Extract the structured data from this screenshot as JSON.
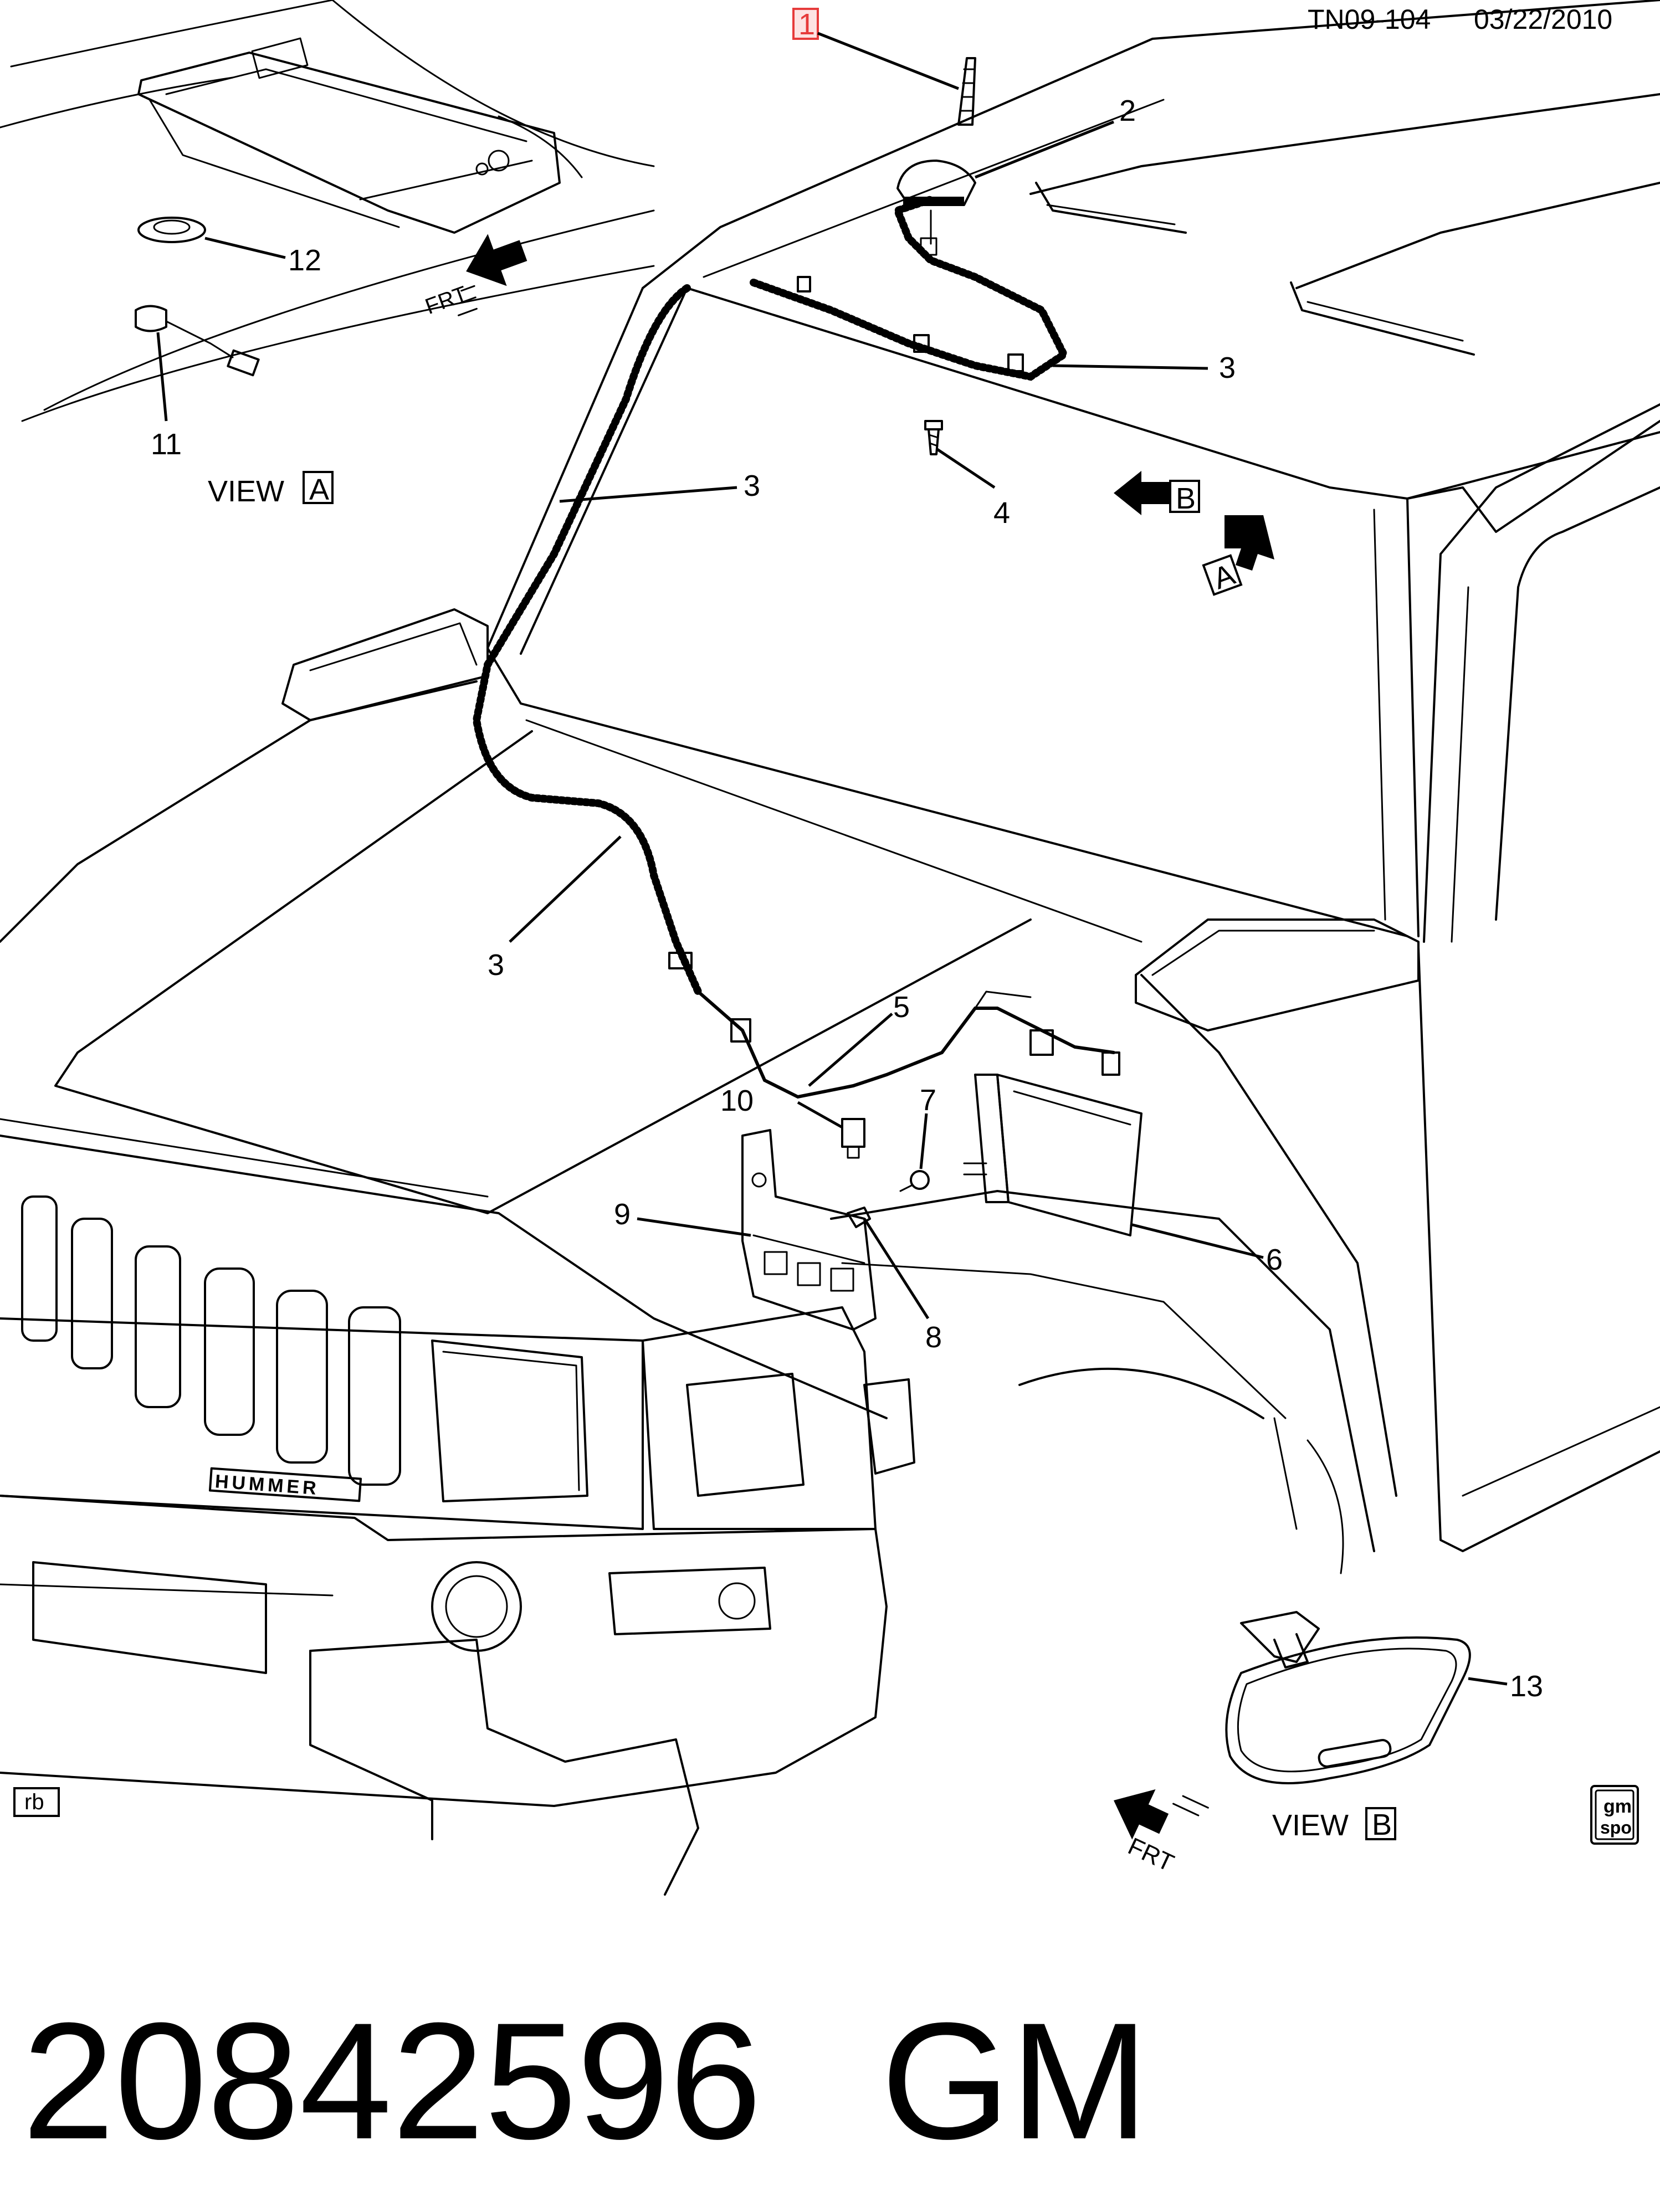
{
  "header": {
    "doc_code": "TN09-104",
    "date": "03/22/2010",
    "highlight_callout": "1"
  },
  "callouts": {
    "c1": "1",
    "c2": "2",
    "c3a": "3",
    "c3b": "3",
    "c3c": "3",
    "c4": "4",
    "c5": "5",
    "c6": "6",
    "c7": "7",
    "c8": "8",
    "c9": "9",
    "c10": "10",
    "c11": "11",
    "c12": "12",
    "c13": "13"
  },
  "views": {
    "view_a_label": "VIEW",
    "view_a_letter": "A",
    "view_b_label": "VIEW",
    "view_b_letter": "B",
    "arrow_a_letter": "A",
    "arrow_b_letter": "B"
  },
  "direction": {
    "frt_top": "FRT",
    "frt_bottom": "FRT"
  },
  "vehicle": {
    "grille_badge": "HUMMER"
  },
  "corners": {
    "rb_tag": "rb",
    "gm_spo_top": "gm",
    "gm_spo_bottom": "spo"
  },
  "footer": {
    "part_number": "20842596",
    "brand": "GM"
  },
  "colors": {
    "highlight": "#e63b3b",
    "highlight_fill": "#fde3e3",
    "ink": "#000000"
  }
}
